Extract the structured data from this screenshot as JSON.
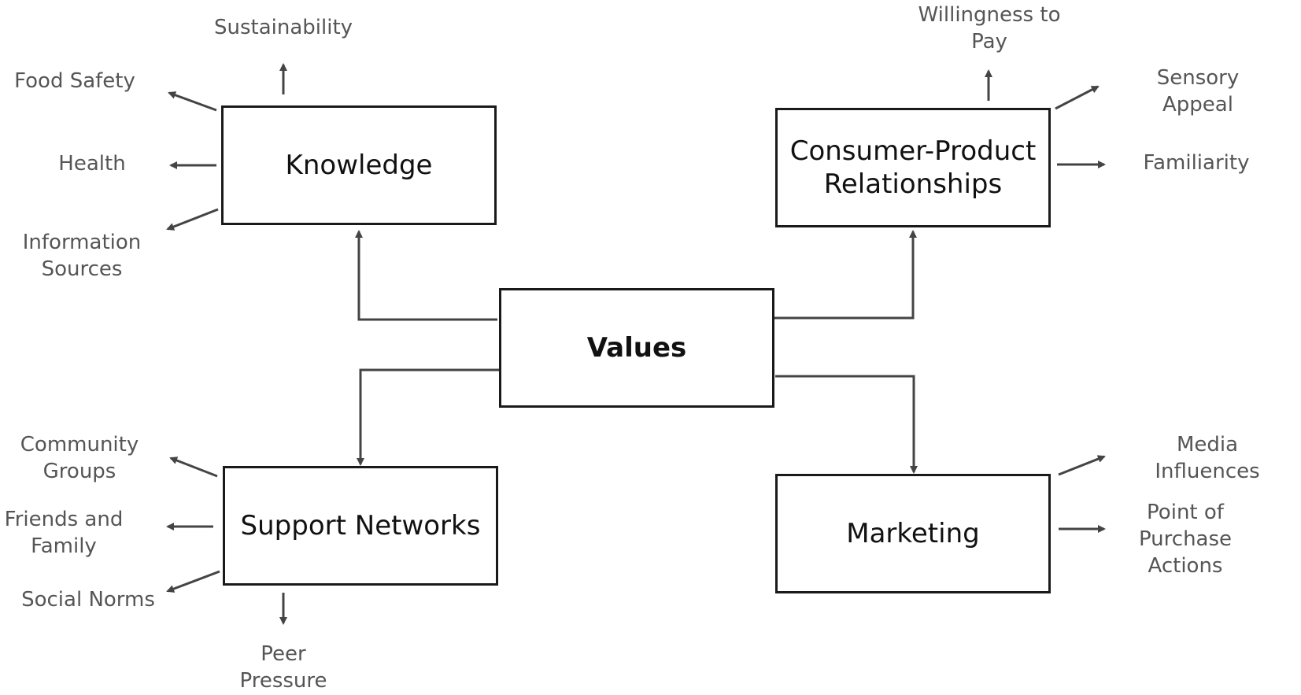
{
  "nodes": {
    "values": {
      "label": "Values"
    },
    "knowledge": {
      "label": "Knowledge"
    },
    "consumer_product": {
      "label": "Consumer-Product\nRelationships"
    },
    "support_networks": {
      "label": "Support Networks"
    },
    "marketing": {
      "label": "Marketing"
    }
  },
  "factors": {
    "knowledge": [
      "Sustainability",
      "Food Safety",
      "Health",
      "Information\nSources"
    ],
    "consumer_product": [
      "Willingness to\nPay",
      "Sensory Appeal",
      "Familiarity"
    ],
    "support_networks": [
      "Community\nGroups",
      "Friends and\nFamily",
      "Social Norms",
      "Peer\nPressure"
    ],
    "marketing": [
      "Media Influences",
      "Point of\nPurchase\nActions"
    ]
  },
  "colors": {
    "box_border": "#1a1a1a",
    "arrow": "#444444",
    "label_text": "#555555",
    "box_text": "#111111"
  }
}
